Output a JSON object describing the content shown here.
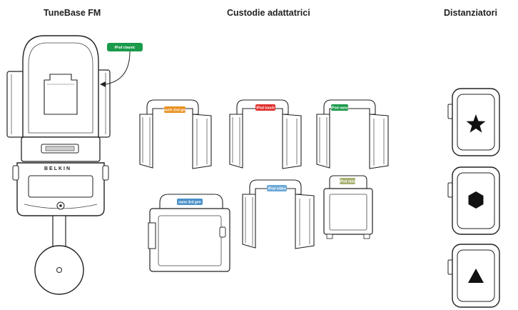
{
  "headings": {
    "device": "TuneBase FM",
    "cases": "Custodie adattatrici",
    "spacers": "Distanziatori"
  },
  "device": {
    "brand": "BELKIN",
    "callout": "iPod classic",
    "callout_color": "#1a9a4a"
  },
  "cases": [
    {
      "label": "touch 2nd gen",
      "color": "#e8901c"
    },
    {
      "label": "iPod touch",
      "color": "#e0302c"
    },
    {
      "label": "iPod nano",
      "color": "#1a9a4a"
    },
    {
      "label": "nano 3rd gen",
      "color": "#4a90c8"
    },
    {
      "label": "iPod video",
      "color": "#6aa8d8"
    },
    {
      "label": "iPod mini",
      "color": "#a8b070"
    }
  ],
  "spacers": [
    {
      "icon": "star-icon"
    },
    {
      "icon": "hexagon-icon"
    },
    {
      "icon": "triangle-icon"
    }
  ]
}
